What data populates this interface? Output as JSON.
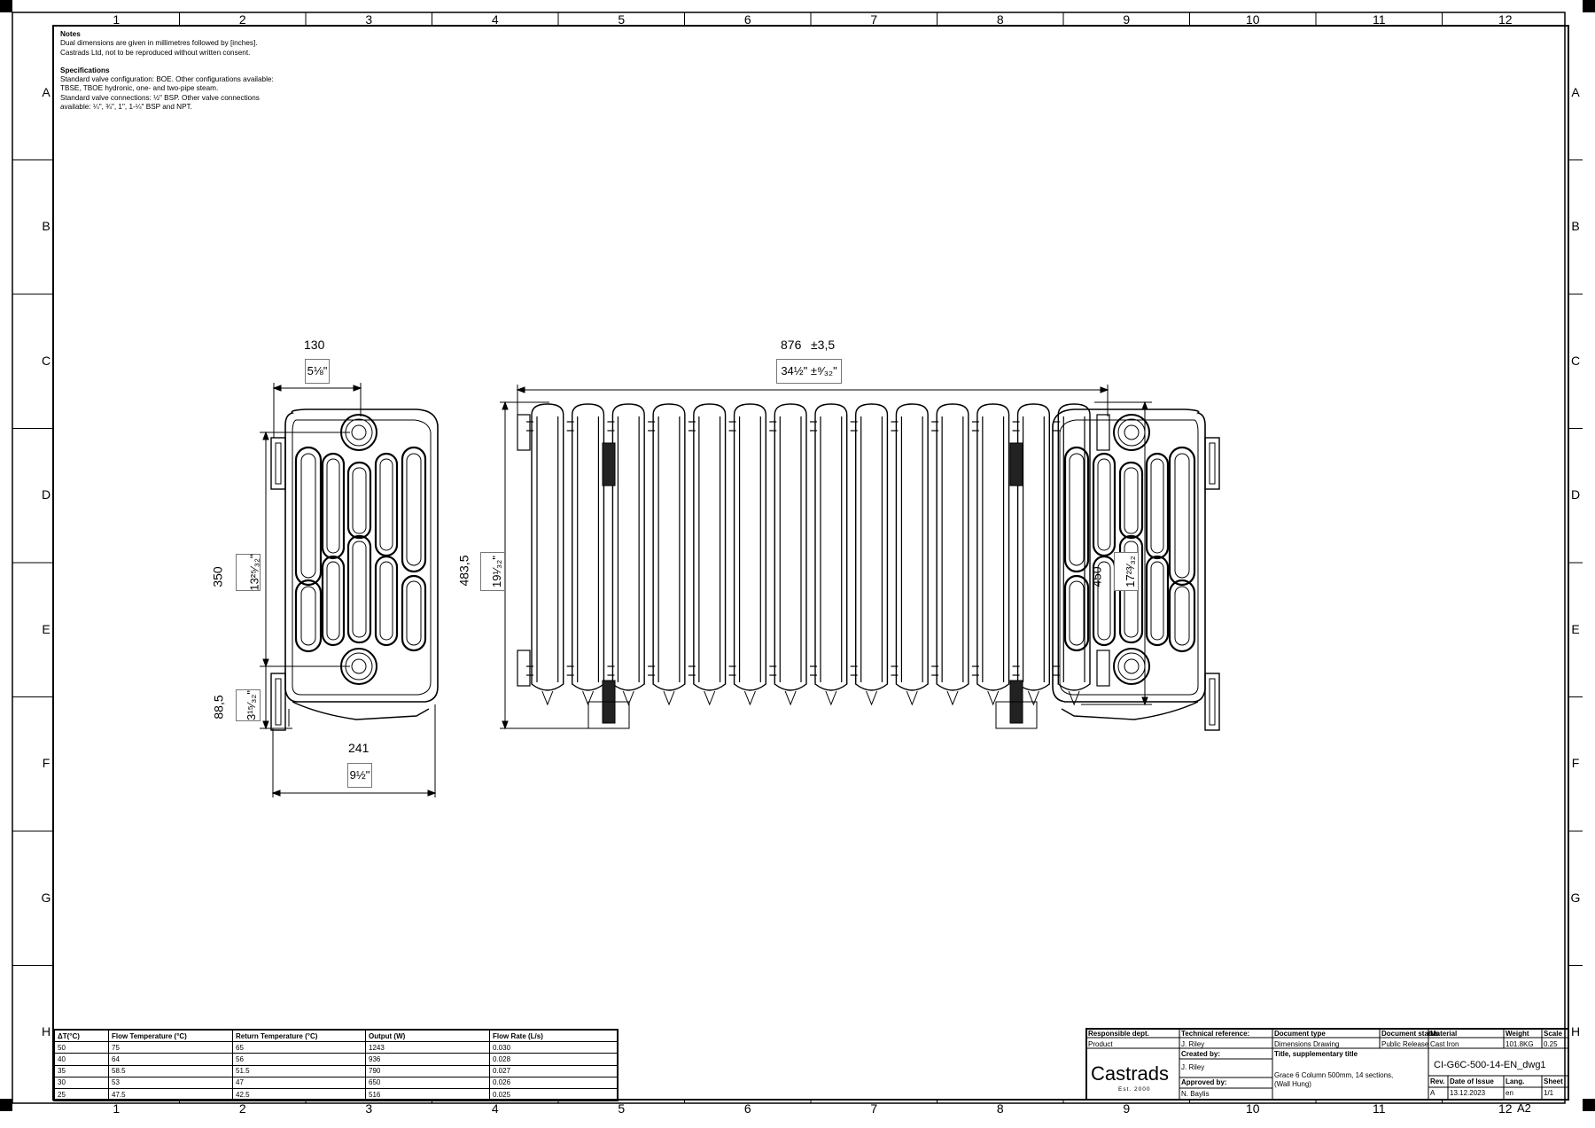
{
  "zones": {
    "columns": [
      "1",
      "2",
      "3",
      "4",
      "5",
      "6",
      "7",
      "8",
      "9",
      "10",
      "11",
      "12"
    ],
    "rows": [
      "A",
      "B",
      "C",
      "D",
      "E",
      "F",
      "G",
      "H"
    ]
  },
  "notes": {
    "notes_heading": "Notes",
    "notes_lines": [
      "Dual dimensions are given in millimetres followed by [inches].",
      "Castrads Ltd, not to be reproduced without written consent."
    ],
    "spec_heading": "Specifications",
    "spec_lines": [
      "Standard valve configuration: BOE. Other configurations available:",
      "TBSE, TBOE hydronic, one- and two-pipe steam.",
      "Standard valve connections: ½\" BSP. Other valve connections",
      "available: ¼\", ¾\", 1\", 1-¼\" BSP and NPT."
    ]
  },
  "dimensions": {
    "side_depth_mm": "130",
    "side_depth_in": "5⅛\"",
    "side_width_mm": "241",
    "side_width_in": "9½\"",
    "pipe_centers_mm": "350",
    "pipe_centers_in": "13²⁵⁄₃₂\"",
    "floor_to_pipe_mm": "88,5",
    "floor_to_pipe_in": "3¹⁵⁄₃₂\"",
    "total_length_mm": "876",
    "total_length_tol_mm": "±3,5",
    "total_length_in": "34½\"",
    "total_length_tol_in": "±⁹⁄₃₂\"",
    "overall_height_mm": "483,5",
    "overall_height_in": "19¹⁄₃₂\"",
    "section_height_mm": "450",
    "section_height_in": "17²³⁄₃₂"
  },
  "performance_table": {
    "headers": [
      "ΔT(°C)",
      "Flow Temperature (°C)",
      "Return Temperature (°C)",
      "Output (W)",
      "Flow Rate (L/s)"
    ],
    "rows": [
      [
        "50",
        "75",
        "65",
        "1243",
        "0.030"
      ],
      [
        "40",
        "64",
        "56",
        "936",
        "0.028"
      ],
      [
        "35",
        "58.5",
        "51.5",
        "790",
        "0.027"
      ],
      [
        "30",
        "53",
        "47",
        "650",
        "0.026"
      ],
      [
        "25",
        "47.5",
        "42.5",
        "516",
        "0.025"
      ]
    ]
  },
  "title_block": {
    "responsible_dept_label": "Responsible dept.",
    "responsible_dept": "Product",
    "technical_reference_label": "Technical reference:",
    "technical_reference": "J. Riley",
    "document_type_label": "Document type",
    "document_type": "Dimensions Drawing",
    "document_status_label": "Document status",
    "document_status": "Public Release",
    "material_label": "Material",
    "material": "Cast Iron",
    "weight_label": "Weight",
    "weight": "101.8KG",
    "scale_label": "Scale",
    "scale": "0.25",
    "brand": "Castrads",
    "established": "Est. 2000",
    "created_by_label": "Created by:",
    "created_by": "J. Riley",
    "approved_by_label": "Approved by:",
    "approved_by": "N. Baylis",
    "title_label": "Title, supplementary title",
    "title_line1": "Grace 6 Column 500mm, 14 sections,",
    "title_line2": "(Wall Hung)",
    "document_number": "CI-G6C-500-14-EN_dwg1",
    "rev_label": "Rev.",
    "rev": "A",
    "date_label": "Date of Issue",
    "date": "13.12.2023",
    "lang_label": "Lang.",
    "lang": "en",
    "sheet_label": "Sheet",
    "sheet": "1/1",
    "sheet_size": "A2"
  },
  "drawing": {
    "front_sections": 14
  }
}
